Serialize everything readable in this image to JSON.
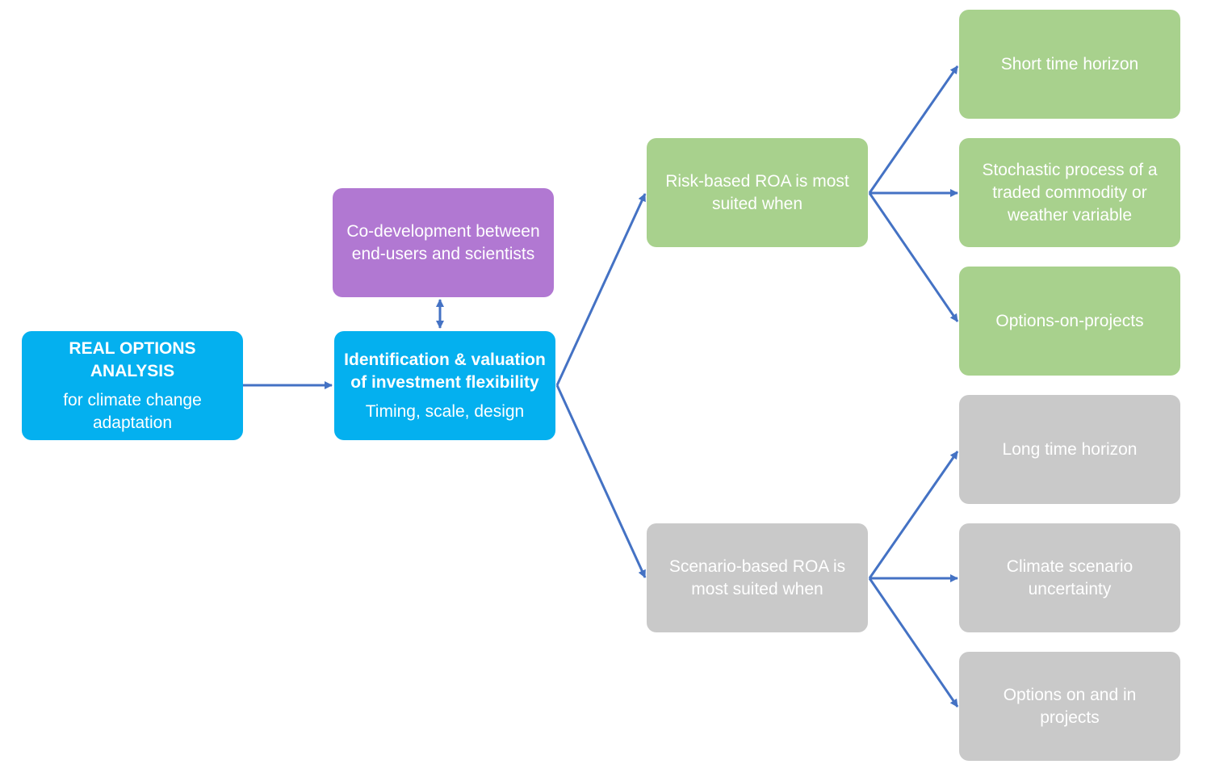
{
  "nodes": {
    "roa": {
      "title": "REAL OPTIONS ANALYSIS",
      "subtitle": "for climate change adaptation"
    },
    "codev": {
      "text": "Co-development between end-users and scientists"
    },
    "ident": {
      "title": "Identification & valuation of investment flexibility",
      "subtitle": "Timing, scale, design"
    },
    "risk": {
      "text": "Risk-based ROA is most suited when"
    },
    "scenario": {
      "text": "Scenario-based ROA is most suited when"
    },
    "short": {
      "text": "Short time horizon"
    },
    "stochastic": {
      "text": "Stochastic process of a traded commodity or weather variable"
    },
    "options_on": {
      "text": "Options-on-projects"
    },
    "long": {
      "text": "Long time horizon"
    },
    "climate": {
      "text": "Climate scenario uncertainty"
    },
    "options_in": {
      "text": "Options on and in projects"
    }
  },
  "colors": {
    "blue": "#04b0ef",
    "purple": "#b178d2",
    "green": "#a8d18d",
    "grey": "#c9c9c9",
    "arrow": "#4472c4"
  }
}
